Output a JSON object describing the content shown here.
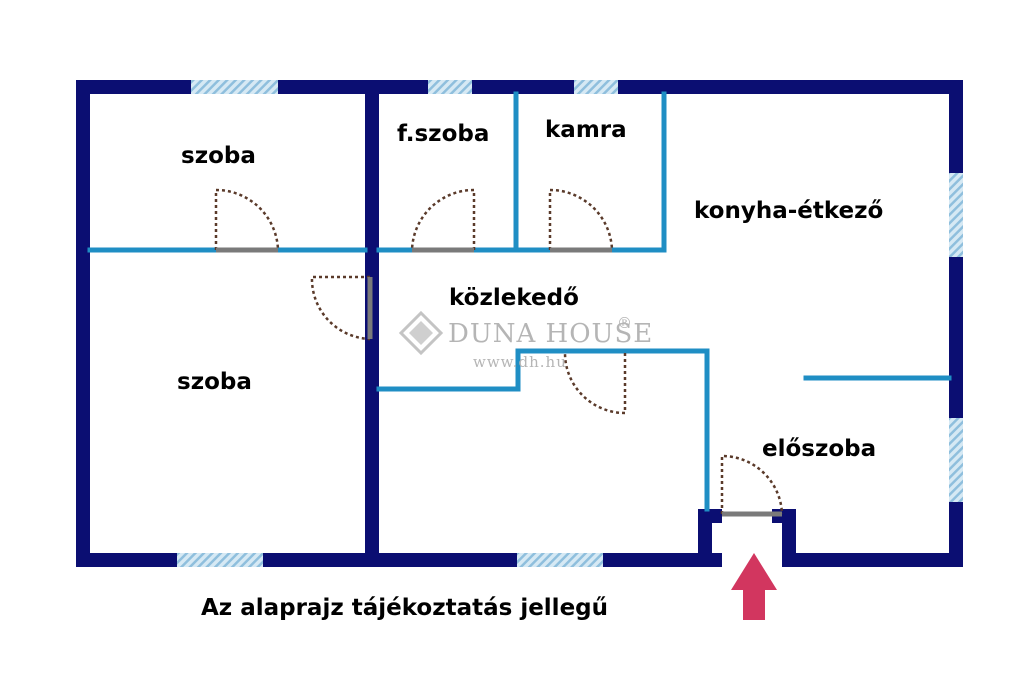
{
  "colors": {
    "outer_wall": "#0b0e72",
    "inner_wall": "#1f8ec4",
    "window": "#b9d9ea",
    "door_swing": "#5a3a2a",
    "arrow": "#d2365f",
    "watermark": "#b5b5b5"
  },
  "rooms": {
    "szoba_top": "szoba",
    "szoba_bottom": "szoba",
    "fszoba": "f.szoba",
    "kamra": "kamra",
    "konyha": "konyha-étkező",
    "kozlekedo": "közlekedő",
    "eloszoba": "előszoba"
  },
  "watermark": {
    "name": "DUNA HOUSE",
    "reg": "®",
    "url": "www.dh.hu"
  },
  "icons": {
    "entrance": "up-arrow-icon",
    "watermark_logo": "diamond-logo-icon"
  },
  "disclaimer": "Az alaprajz tájékoztatás jellegű"
}
